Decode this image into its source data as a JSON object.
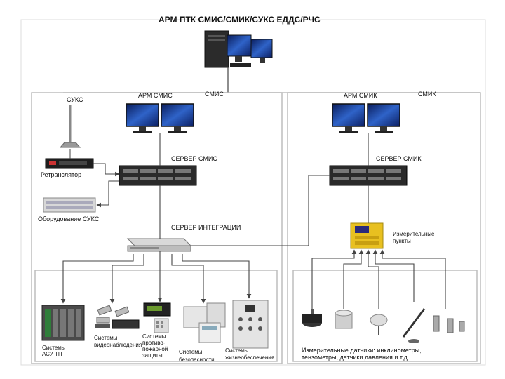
{
  "title": "АРМ ПТК СМИС/СМИК/СУКС ЕДДС/РЧС",
  "labels": {
    "suks": "СУКС",
    "arm_smis": "АРМ СМИС",
    "smis": "СМИС",
    "arm_smik": "АРМ СМИК",
    "smik": "СМИК",
    "server_smis": "СЕРВЕР СМИС",
    "server_smik": "СЕРВЕР СМИК",
    "repeater": "Ретранслятор",
    "suks_equipment": "Оборудование СУКС",
    "server_integration": "СЕРВЕР ИНТЕГРАЦИИ",
    "measure_points_1": "Измерительные",
    "measure_points_2": "пункты",
    "asu_tp_1": "Системы",
    "asu_tp_2": "АСУ ТП",
    "video_1": "Системы",
    "video_2": "видеонаблюдения",
    "fire_1": "Системы",
    "fire_2": "противо-",
    "fire_3": "пожарной",
    "fire_4": "защиты",
    "security_1": "Системы",
    "security_2": "безопасности",
    "life_1": "Системы",
    "life_2": "жизнеобеспечения",
    "sensors_1": "Измерительные датчики: инклинометры,",
    "sensors_2": "тензометры, датчики давления и т.д."
  },
  "colors": {
    "line": "#444444",
    "box": "#c8c8c8",
    "server": "#2a2a2a",
    "monitor": "#1b3a8a",
    "yellow": "#e8c020"
  }
}
